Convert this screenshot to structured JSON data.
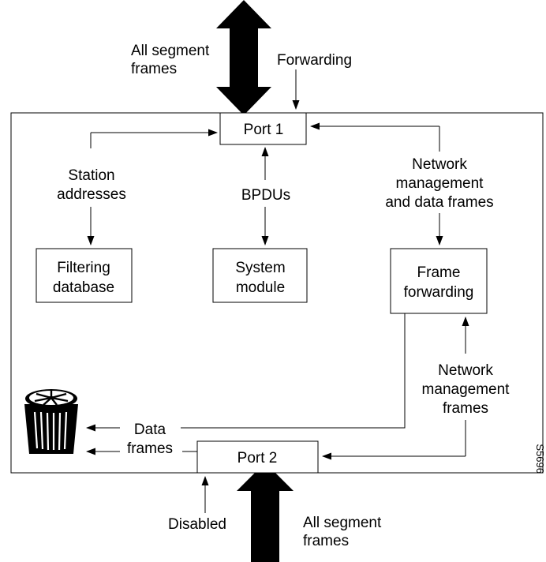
{
  "nodes": {
    "port1": "Port 1",
    "port2": "Port 2",
    "filtering_db": [
      "Filtering",
      "database"
    ],
    "system_module": [
      "System",
      "module"
    ],
    "frame_forwarding": [
      "Frame",
      "forwarding"
    ]
  },
  "labels": {
    "all_segment_frames_top": [
      "All segment",
      "frames"
    ],
    "forwarding": "Forwarding",
    "station_addresses": [
      "Station",
      "addresses"
    ],
    "bpdus": "BPDUs",
    "netmgmt_data_frames": [
      "Network",
      "management",
      "and data frames"
    ],
    "netmgmt_frames": [
      "Network",
      "management",
      "frames"
    ],
    "data_frames": [
      "Data",
      "frames"
    ],
    "disabled": "Disabled",
    "all_segment_frames_bottom": [
      "All segment",
      "frames"
    ],
    "figure_id": "S5696"
  },
  "icons": {
    "trash": "trash-can-icon"
  },
  "colors": {
    "stroke": "#000000",
    "background": "#ffffff"
  }
}
